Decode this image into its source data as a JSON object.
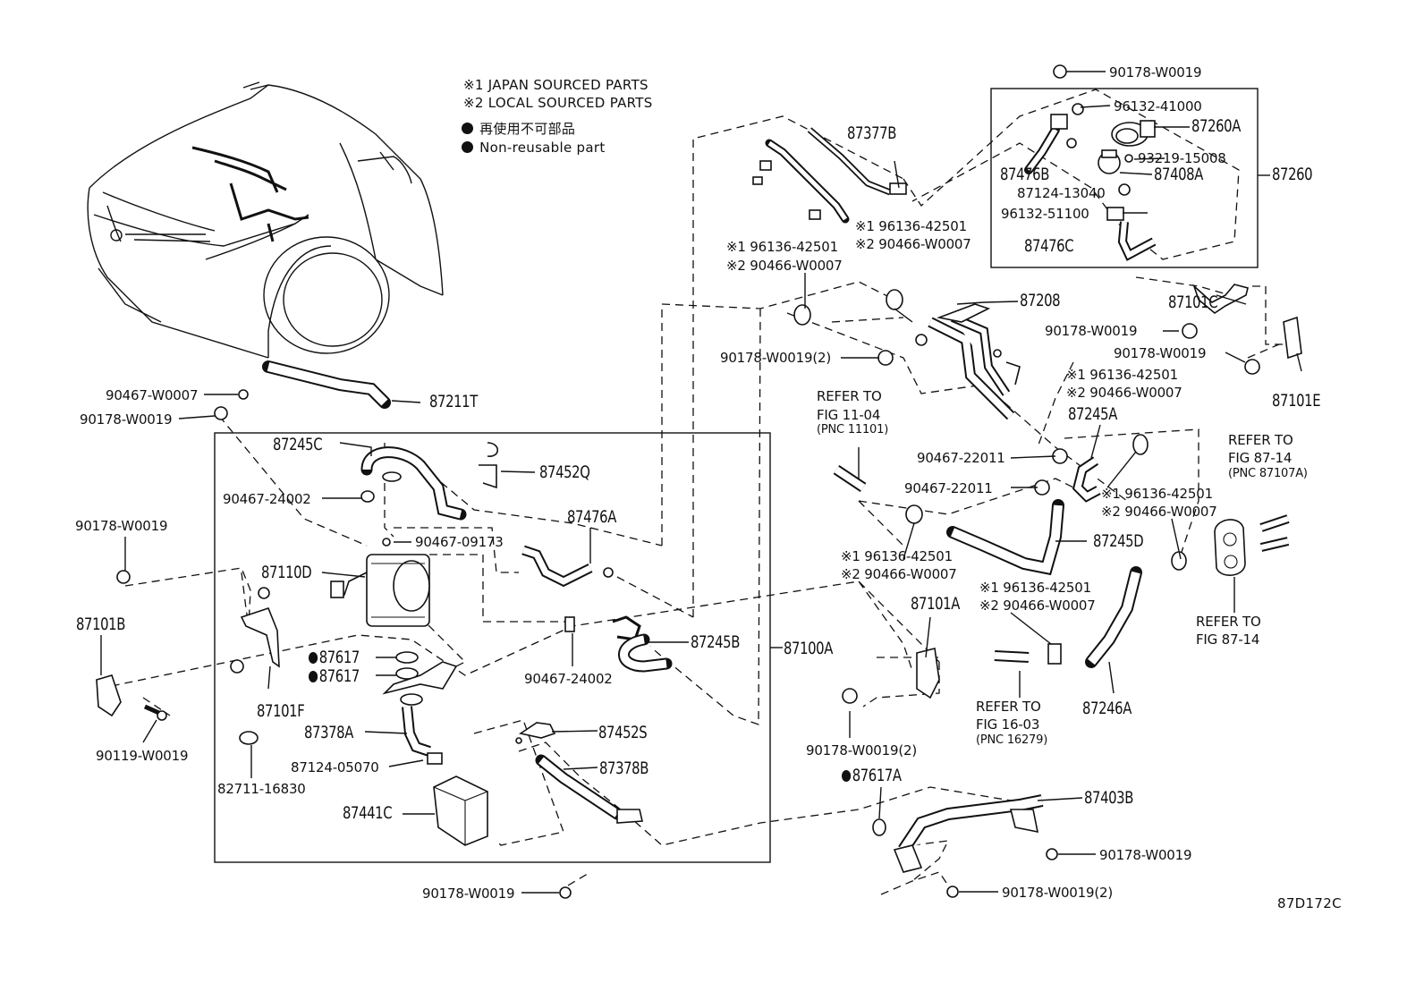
{
  "legend": {
    "note1": "※1 JAPAN SOURCED PARTS",
    "note2": "※2 LOCAL SOURCED PARTS",
    "nonreusable_jp": "再使用不可部品",
    "nonreusable_en": "Non-reusable part"
  },
  "figure_code": "87D172C",
  "labels": {
    "l01": "90178-W0019",
    "l02": "96132-41000",
    "l03": "87260A",
    "l04": "87476B",
    "l05": "93219-15008",
    "l06": "87408A",
    "l07": "87260",
    "l08": "87124-13040",
    "l09": "96132-51100",
    "l10": "87476C",
    "l11": "87377B",
    "l12": "※1 96136-42501",
    "l13": "※2 90466-W0007",
    "l14": "※1 96136-42501",
    "l15": "※2 90466-W0007",
    "l16": "87208",
    "l17": "87101C",
    "l18": "90178-W0019",
    "l19": "90178-W0019(2)",
    "l20": "90178-W0019",
    "l21": "87101E",
    "l22": "※1 96136-42501",
    "l23": "※2 90466-W0007",
    "l24": "87245A",
    "l25": "REFER TO",
    "l26": "FIG 11-04",
    "l27": "(PNC 11101)",
    "l28": "REFER TO",
    "l29": "FIG 87-14",
    "l30": "(PNC 87107A)",
    "l31": "90467-W0007",
    "l32": "87211T",
    "l33": "90178-W0019",
    "l34": "87245C",
    "l35": "87452Q",
    "l36": "90467-24002",
    "l37": "87476A",
    "l38": "90467-09173",
    "l39": "90178-W0019",
    "l40": "90467-22011",
    "l41": "90467-22011",
    "l42": "※1 96136-42501",
    "l43": "※2 90466-W0007",
    "l44": "87245D",
    "l45": "※1 96136-42501",
    "l46": "※2 90466-W0007",
    "l47": "87110D",
    "l48": "87101A",
    "l49": "※1 96136-42501",
    "l50": "※2 90466-W0007",
    "l51": "REFER TO",
    "l52": "FIG 87-14",
    "l53": "87101B",
    "l54": "87617",
    "l55": "87617",
    "l56": "87245B",
    "l57": "87100A",
    "l58": "90467-24002",
    "l59": "87101F",
    "l60": "87378A",
    "l61": "87452S",
    "l62": "REFER TO",
    "l63": "FIG 16-03",
    "l64": "(PNC 16279)",
    "l65": "87246A",
    "l66": "90119-W0019",
    "l67": "87124-05070",
    "l68": "87378B",
    "l69": "90178-W0019(2)",
    "l70": "82711-16830",
    "l71": "87617A",
    "l72": "87441C",
    "l73": "87403B",
    "l74": "90178-W0019",
    "l75": "90178-W0019",
    "l76": "90178-W0019(2)"
  }
}
